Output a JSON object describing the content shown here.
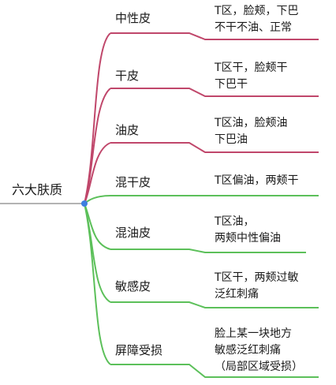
{
  "root": {
    "label": "六大肤质"
  },
  "branches": [
    {
      "label": "中性皮",
      "desc": "T区，脸颊，下巴\n不干不油、正常",
      "color": "#c0476b"
    },
    {
      "label": "干皮",
      "desc": "T区干，脸颊干\n下巴干",
      "color": "#c0476b"
    },
    {
      "label": "油皮",
      "desc": "T区油，脸颊油\n下巴油",
      "color": "#c0476b"
    },
    {
      "label": "混干皮",
      "desc": "T区偏油，两颊干",
      "color": "#5cc05a"
    },
    {
      "label": "混油皮",
      "desc": "T区油，\n两颊中性偏油",
      "color": "#5cc05a"
    },
    {
      "label": "敏感皮",
      "desc": "T区干，两颊过敏\n泛红刺痛",
      "color": "#5cc05a"
    },
    {
      "label": "屏障受损",
      "desc": "脸上某一块地方\n敏感泛红刺痛\n（局部区域受损）",
      "color": "#5cc05a"
    }
  ],
  "colors": {
    "rootLine": "#b3b3b3",
    "node": "#3d7fe0"
  }
}
